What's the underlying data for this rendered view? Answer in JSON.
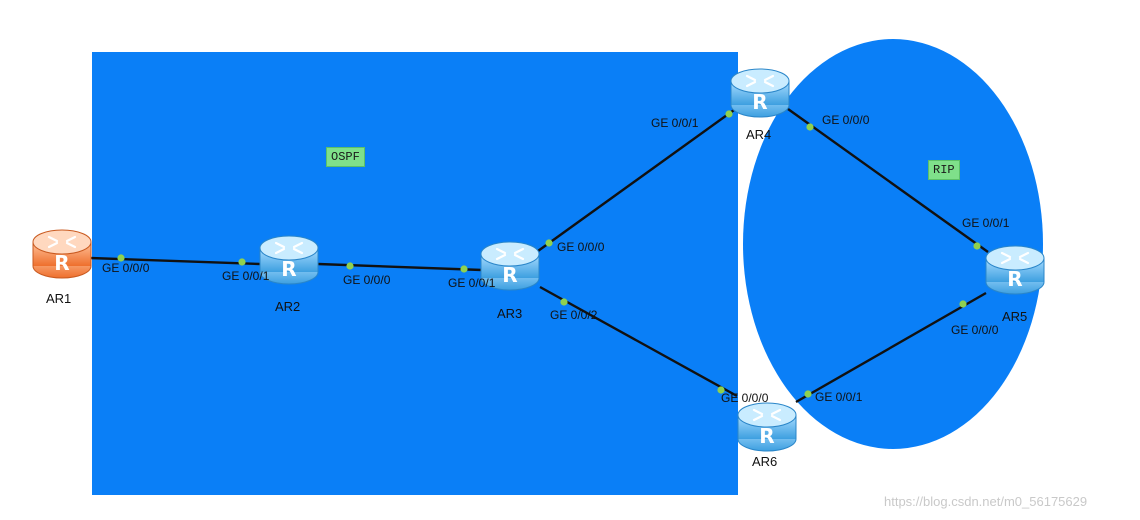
{
  "areas": {
    "ospf": {
      "label": "OSPF",
      "color": "#0a7ff7"
    },
    "rip": {
      "label": "RIP",
      "color": "#0a7ff7"
    }
  },
  "colors": {
    "link": "#111111",
    "port_dot": "#8fd14f",
    "router_blue": "#5ab8f0",
    "router_orange": "#f4874b",
    "label_bg": "#7fe08a"
  },
  "routers": [
    {
      "id": "ar1",
      "name": "AR1",
      "icon": "router-icon",
      "color": "orange"
    },
    {
      "id": "ar2",
      "name": "AR2",
      "icon": "router-icon",
      "color": "blue"
    },
    {
      "id": "ar3",
      "name": "AR3",
      "icon": "router-icon",
      "color": "blue"
    },
    {
      "id": "ar4",
      "name": "AR4",
      "icon": "router-icon",
      "color": "blue"
    },
    {
      "id": "ar5",
      "name": "AR5",
      "icon": "router-icon",
      "color": "blue"
    },
    {
      "id": "ar6",
      "name": "AR6",
      "icon": "router-icon",
      "color": "blue"
    }
  ],
  "links": [
    {
      "id": "ar1-ar2",
      "a": "ar1",
      "b": "ar2",
      "a_port": "GE 0/0/0",
      "b_port": "GE 0/0/1"
    },
    {
      "id": "ar2-ar3",
      "a": "ar2",
      "b": "ar3",
      "a_port": "GE 0/0/0",
      "b_port": "GE 0/0/1"
    },
    {
      "id": "ar3-ar4",
      "a": "ar3",
      "b": "ar4",
      "a_port": "GE 0/0/0",
      "b_port": "GE 0/0/1"
    },
    {
      "id": "ar3-ar6",
      "a": "ar3",
      "b": "ar6",
      "a_port": "GE 0/0/2",
      "b_port": "GE 0/0/0"
    },
    {
      "id": "ar4-ar5",
      "a": "ar4",
      "b": "ar5",
      "a_port": "GE 0/0/0",
      "b_port": "GE 0/0/1"
    },
    {
      "id": "ar6-ar5",
      "a": "ar6",
      "b": "ar5",
      "a_port": "GE 0/0/1",
      "b_port": "GE 0/0/0"
    }
  ],
  "watermark": "https://blog.csdn.net/m0_56175629"
}
